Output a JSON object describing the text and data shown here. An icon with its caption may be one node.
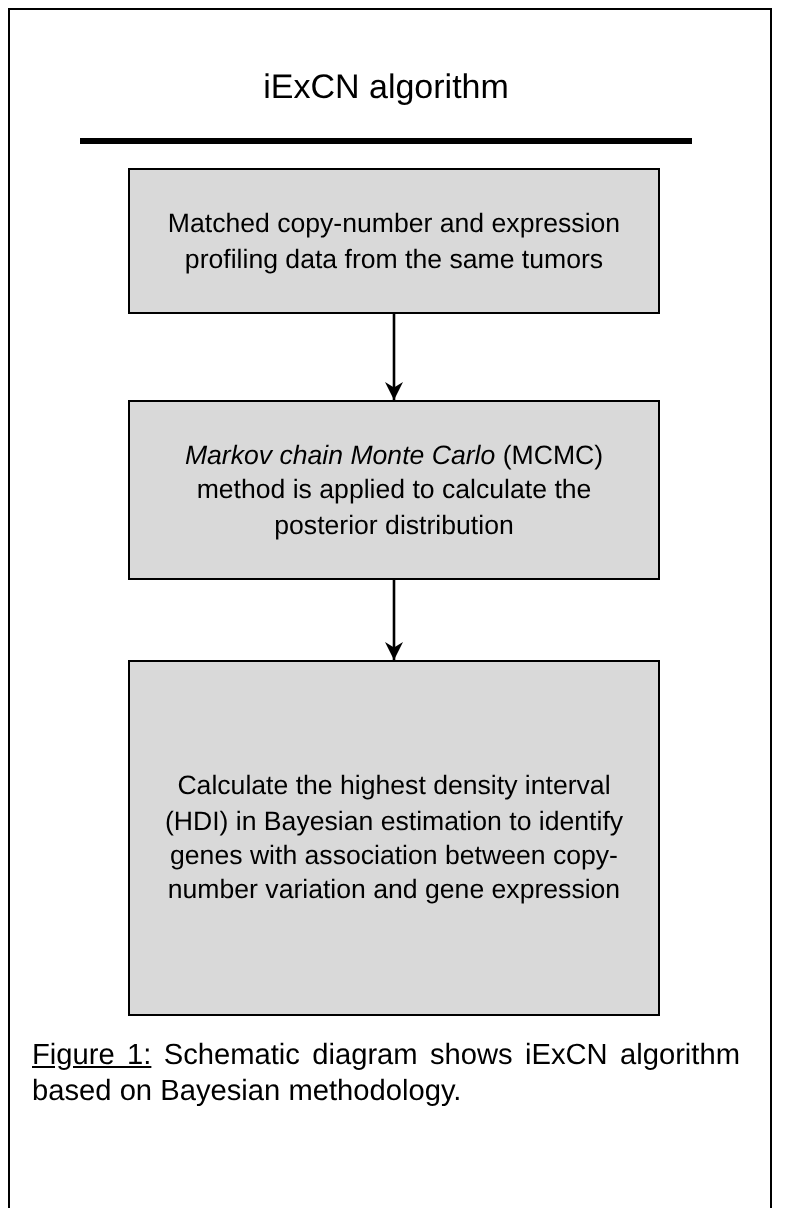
{
  "diagram": {
    "title": "iExCN algorithm",
    "nodes": [
      {
        "text": [
          "Matched copy-number and expression profiling data from the same tumors"
        ]
      },
      {
        "text": [
          "*Markov chain Monte Carlo* (MCMC) method is applied to calculate the posterior distribution"
        ]
      },
      {
        "text": [
          "Calculate the highest density interval (HDI) in Bayesian estimation to identify genes with association between copy-number variation and gene expression"
        ]
      }
    ],
    "edges": [
      {
        "from": 0,
        "to": 1,
        "arrow": "to"
      },
      {
        "from": 1,
        "to": 2,
        "arrow": "to"
      }
    ],
    "caption": "Figure 1: Schematic diagram shows iExCN algorithm based on Bayesian methodology."
  }
}
